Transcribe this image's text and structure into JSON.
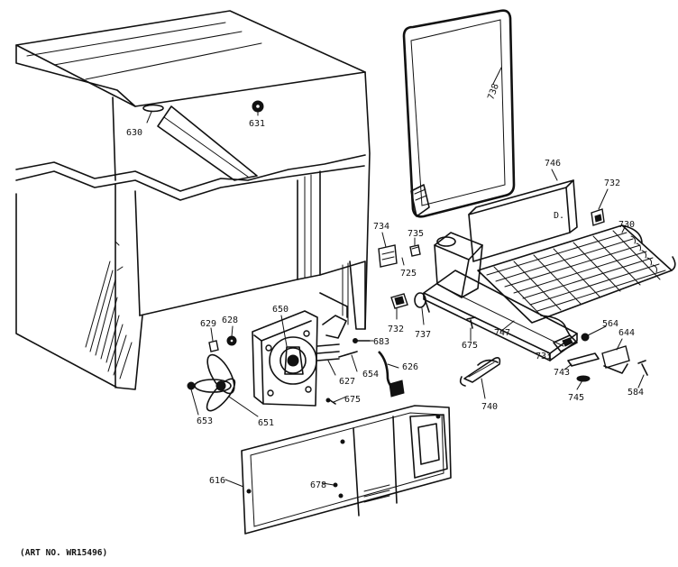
{
  "caption": "(ART NO. WR15496)",
  "parts": [
    {
      "id": "p630",
      "number": "630"
    },
    {
      "id": "p631",
      "number": "631"
    },
    {
      "id": "p738",
      "number": "738"
    },
    {
      "id": "p746",
      "number": "746"
    },
    {
      "id": "p732a",
      "number": "732"
    },
    {
      "id": "p730",
      "number": "730"
    },
    {
      "id": "p734",
      "number": "734"
    },
    {
      "id": "p735",
      "number": "735"
    },
    {
      "id": "p725",
      "number": "725"
    },
    {
      "id": "p732b",
      "number": "732"
    },
    {
      "id": "p737",
      "number": "737"
    },
    {
      "id": "p675a",
      "number": "675"
    },
    {
      "id": "p747",
      "number": "747"
    },
    {
      "id": "p564",
      "number": "564"
    },
    {
      "id": "p644",
      "number": "644"
    },
    {
      "id": "p731",
      "number": "731"
    },
    {
      "id": "p743",
      "number": "743"
    },
    {
      "id": "p745",
      "number": "745"
    },
    {
      "id": "p584",
      "number": "584"
    },
    {
      "id": "p629",
      "number": "629"
    },
    {
      "id": "p628",
      "number": "628"
    },
    {
      "id": "p650",
      "number": "650"
    },
    {
      "id": "p683",
      "number": "683"
    },
    {
      "id": "p627",
      "number": "627"
    },
    {
      "id": "p654",
      "number": "654"
    },
    {
      "id": "p626",
      "number": "626"
    },
    {
      "id": "p675b",
      "number": "675"
    },
    {
      "id": "p740",
      "number": "740"
    },
    {
      "id": "p653",
      "number": "653"
    },
    {
      "id": "p651",
      "number": "651"
    },
    {
      "id": "p616",
      "number": "616"
    },
    {
      "id": "p678",
      "number": "678"
    }
  ]
}
